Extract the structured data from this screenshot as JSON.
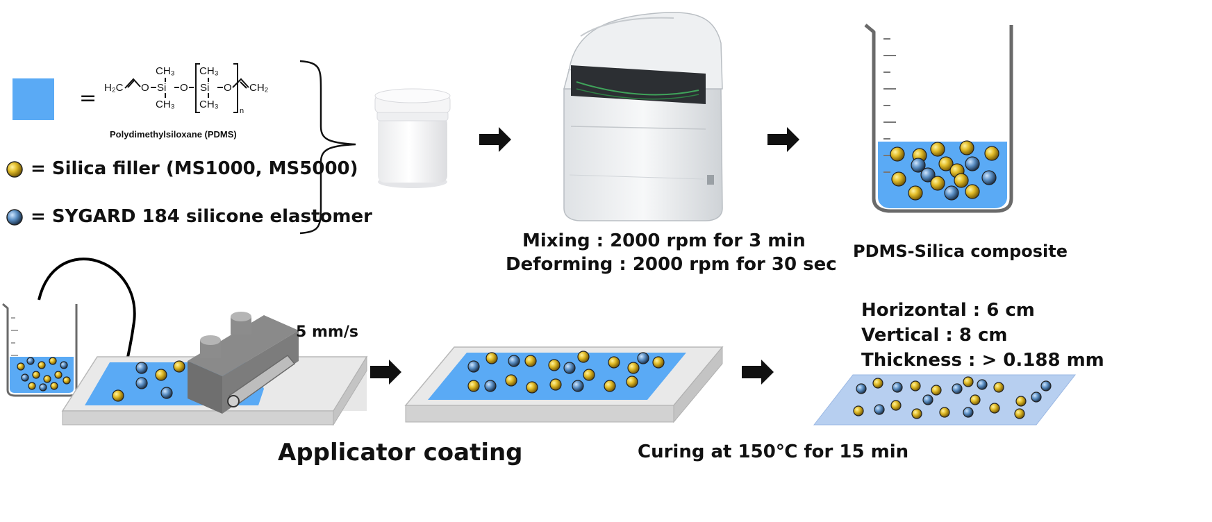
{
  "legend": {
    "equals": "=",
    "chem": {
      "h2c_left": "H₂C",
      "o1": "O",
      "si1": "Si",
      "ch3_top1": "CH₃",
      "ch3_bot1": "CH₃",
      "o2": "O",
      "si2": "Si",
      "ch3_top2": "CH₃",
      "ch3_bot2": "CH₃",
      "o3": "O",
      "ch2_right": "CH₂",
      "n_sub": "n"
    },
    "pdms_name": "Polydimethylsiloxane (PDMS)",
    "silica": "= Silica filler (MS1000, MS5000)",
    "sygard": "= SYGARD 184 silicone elastomer"
  },
  "mixing": {
    "line1": "Mixing : 2000 rpm for 3 min",
    "line2": "Deforming : 2000 rpm for 30 sec"
  },
  "composite_label": "PDMS-Silica composite",
  "applicator": {
    "speed": "5 mm/s",
    "caption": "Applicator coating"
  },
  "curing": {
    "caption": "Curing at 150℃ for 15 min",
    "horizontal": "Horizontal : 6 cm",
    "vertical": "Vertical : 8 cm",
    "thickness": "Thickness : > 0.188 mm"
  },
  "colors": {
    "pdms_blue": "#5aaaf5",
    "silica_yellow": "#d6b020",
    "elastomer_blue": "#5b8fc4",
    "plate_gray": "#e6e6e6"
  }
}
